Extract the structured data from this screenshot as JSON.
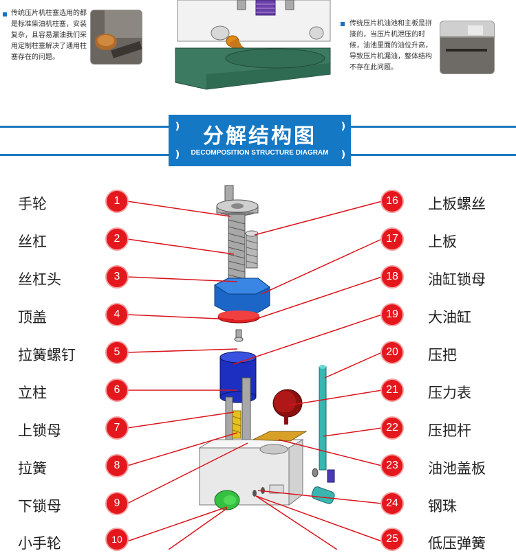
{
  "notes": {
    "left": "传统压片机柱塞选用的都是标准柴油机柱塞，安装复杂，且容易漏油我们采用定制柱塞解决了通用柱塞存在的问题。",
    "right": "传统压片机油池和主板是拼接的，当压片机泄压的时候，油池里面的油位升高，导致压片机漏油，整体结构不存在此问题。"
  },
  "banner": {
    "title": "分解结构图",
    "subtitle": "DECOMPOSITION STRUCTURE DIAGRAM"
  },
  "parts_left": [
    {
      "num": "1",
      "label": "手轮"
    },
    {
      "num": "2",
      "label": "丝杠"
    },
    {
      "num": "3",
      "label": "丝杠头"
    },
    {
      "num": "4",
      "label": "顶盖"
    },
    {
      "num": "5",
      "label": "拉簧螺钉"
    },
    {
      "num": "6",
      "label": "立柱"
    },
    {
      "num": "7",
      "label": "上锁母"
    },
    {
      "num": "8",
      "label": "拉簧"
    },
    {
      "num": "9",
      "label": "下锁母"
    },
    {
      "num": "10",
      "label": "小手轮"
    }
  ],
  "parts_right": [
    {
      "num": "16",
      "label": "上板螺丝"
    },
    {
      "num": "17",
      "label": "上板"
    },
    {
      "num": "18",
      "label": "油缸锁母"
    },
    {
      "num": "19",
      "label": "大油缸"
    },
    {
      "num": "20",
      "label": "压把"
    },
    {
      "num": "21",
      "label": "压力表"
    },
    {
      "num": "22",
      "label": "压把杆"
    },
    {
      "num": "23",
      "label": "油池盖板"
    },
    {
      "num": "24",
      "label": "钢珠"
    },
    {
      "num": "25",
      "label": "低压弹簧"
    }
  ],
  "colors": {
    "accent": "#1578c5",
    "badge": "#e4171d",
    "leader": "#d9141b"
  }
}
